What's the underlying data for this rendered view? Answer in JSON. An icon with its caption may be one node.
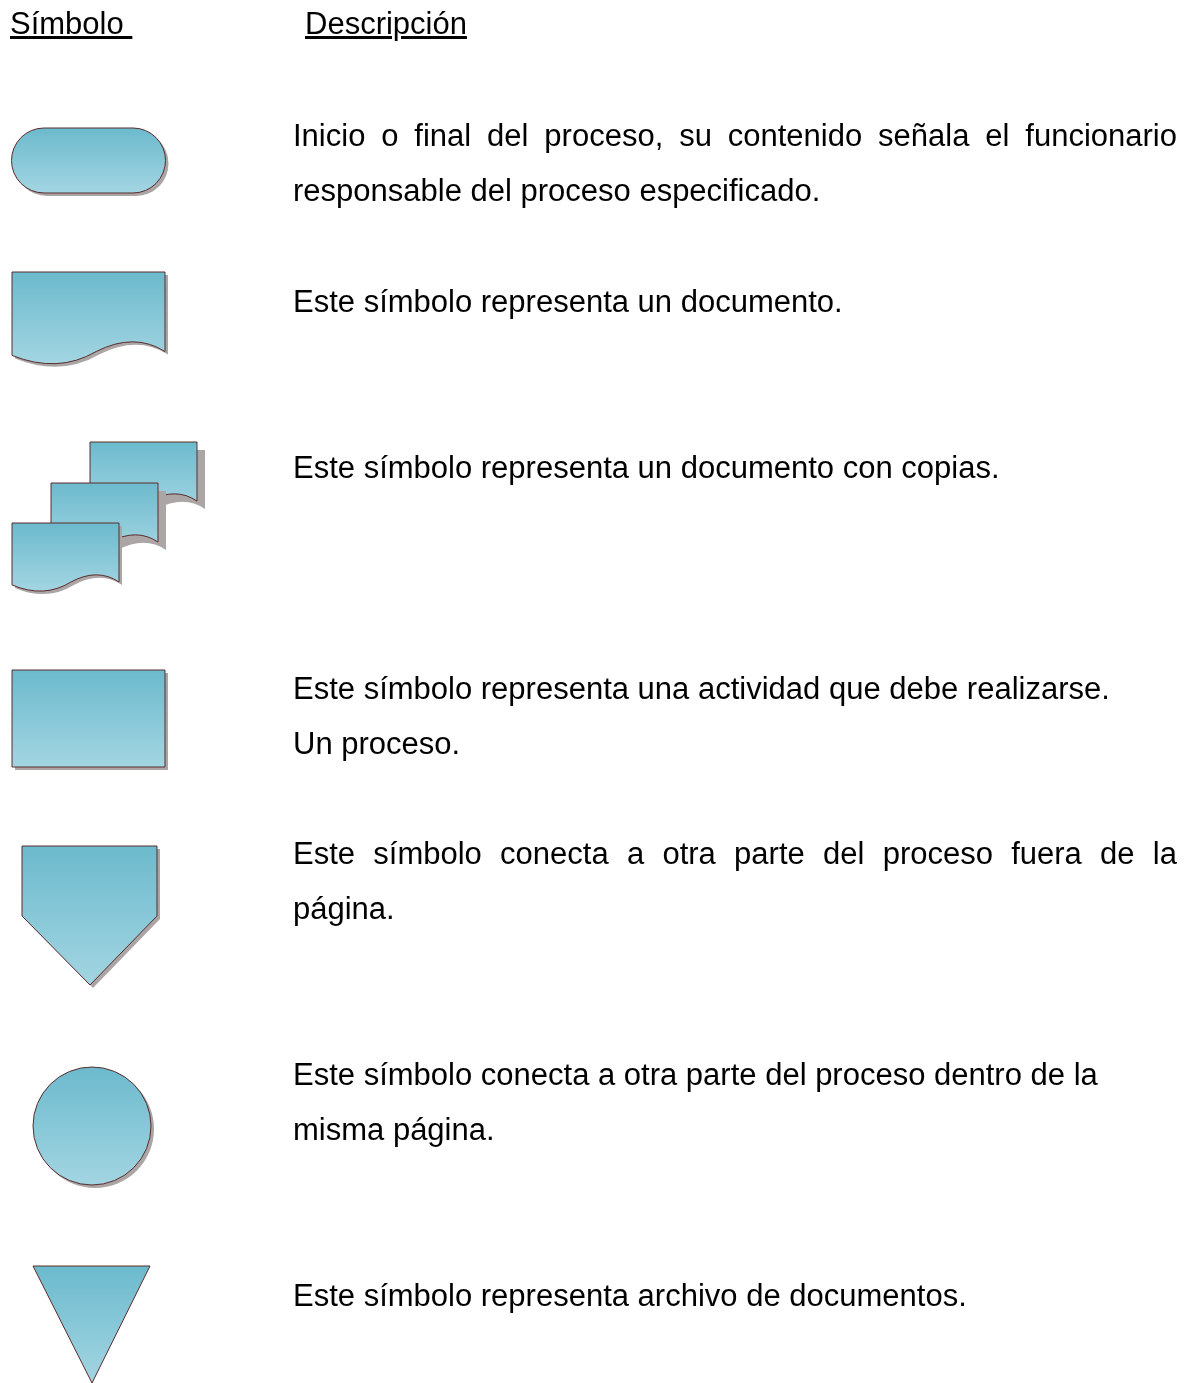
{
  "diagram": {
    "nodes": [
      {
        "text": [],
        "shape": "terminal"
      },
      {
        "text": [],
        "shape": "document"
      },
      {
        "text": [],
        "shape": "documents"
      },
      {
        "text": [],
        "shape": "box"
      },
      {
        "text": [],
        "shape": "pentagon"
      },
      {
        "text": [],
        "shape": "circle"
      },
      {
        "text": [],
        "shape": "triangle"
      }
    ],
    "labels": [
      "Símbolo ",
      "Descripción",
      "Inicio o final del proceso, su contenido señala el funcionario responsable del proceso especificado.",
      "Este símbolo representa un documento.",
      "Este símbolo representa un documento con copias.",
      "Este símbolo representa una actividad que debe realizarse. Un proceso.",
      "Este símbolo conecta a otra parte del proceso fuera de la página.",
      "Este símbolo conecta a otra parte del proceso dentro de la misma página.",
      "Este símbolo representa archivo de documentos."
    ]
  }
}
